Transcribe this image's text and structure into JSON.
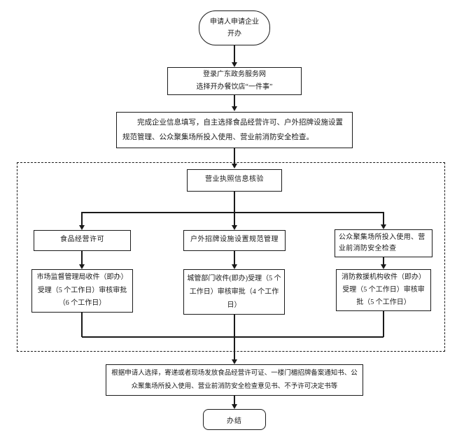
{
  "diagram": {
    "colors": {
      "line": "#1a1a1a",
      "background": "#ffffff"
    },
    "start": {
      "line1": "申请人申请企业",
      "line2": "开办"
    },
    "login": {
      "line1": "登录广东政务服务网",
      "line2": "选择开办餐饮店“一件事”"
    },
    "fill_info": "完成企业信息填写，自主选择食品经营许可、户外招牌设施设置规范管理、公众聚集场所投入使用、营业前消防安全检查。",
    "verify": "营业执照信息核验",
    "branches": [
      {
        "header": "食品经营许可",
        "detail": "市场监督管理局收件（即办）受理（5 个工作日）审核审批（6 个工作日）"
      },
      {
        "header": "户外招牌设施设置规范管理",
        "detail": "城管部门收件(即办)受理（5 个工作日）审核审批（4 个工作日）"
      },
      {
        "header": "公众聚集场所投入使用、营业前消防安全检查",
        "detail": "消防救援机构收件（即办）受理（5 个工作日）审核审批（5 个工作日）"
      }
    ],
    "issue": "根据申请人选择，寄递或者现场发放食品经营许可证、一楼门楣招牌备案通知书、公众聚集场所投入使用、营业前消防安全检查意见书、不予许可决定书等",
    "end": "办结"
  }
}
